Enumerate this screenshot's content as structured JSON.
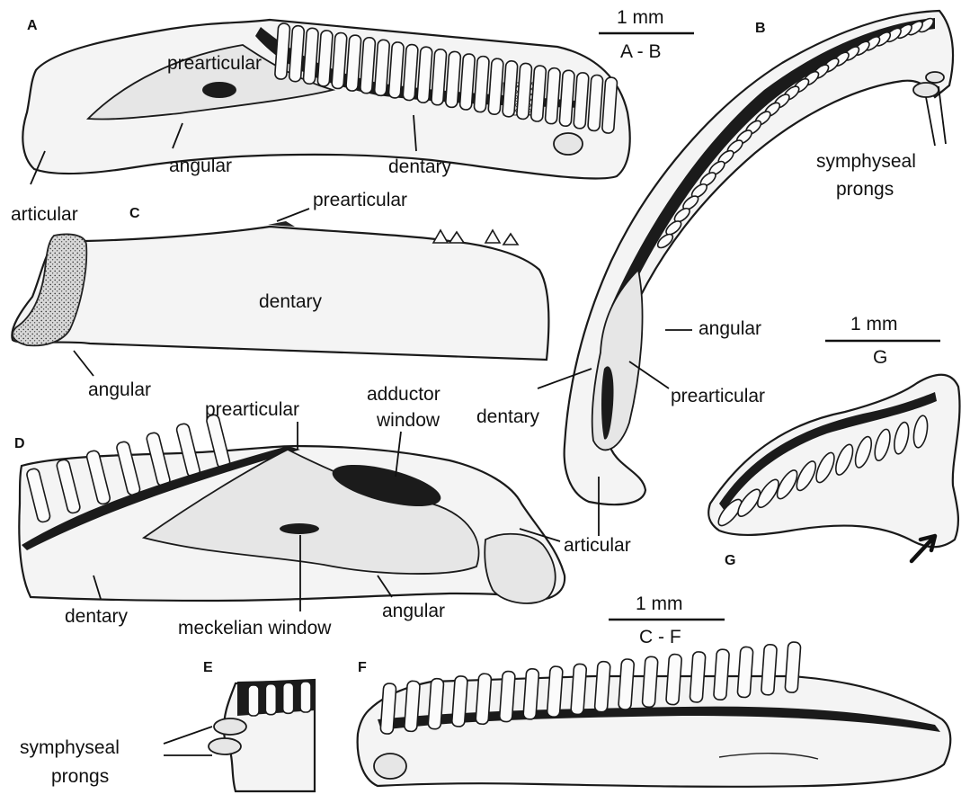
{
  "panels": {
    "A": "A",
    "B": "B",
    "C": "C",
    "D": "D",
    "E": "E",
    "F": "F",
    "G": "G"
  },
  "scale_bars": {
    "ab": {
      "value": "1 mm",
      "applies_to": "A - B"
    },
    "g": {
      "value": "1 mm",
      "applies_to": "G"
    },
    "cf": {
      "value": "1 mm",
      "applies_to": "C - F"
    }
  },
  "labels": {
    "a_prearticular": "prearticular",
    "a_angular": "angular",
    "a_dentary": "dentary",
    "a_articular": "articular",
    "b_symphyseal_1": "symphyseal",
    "b_symphyseal_2": "prongs",
    "b_angular": "angular",
    "b_dentary": "dentary",
    "b_prearticular": "prearticular",
    "c_prearticular": "prearticular",
    "c_dentary": "dentary",
    "c_angular": "angular",
    "d_prearticular": "prearticular",
    "d_adductor_1": "adductor",
    "d_adductor_2": "window",
    "d_articular": "articular",
    "d_dentary": "dentary",
    "d_meckelian": "meckelian window",
    "d_angular": "angular",
    "e_symphyseal_1": "symphyseal",
    "e_symphyseal_2": "prongs"
  },
  "colors": {
    "ink": "#111111",
    "bone": "#f4f4f4",
    "background": "#ffffff"
  }
}
